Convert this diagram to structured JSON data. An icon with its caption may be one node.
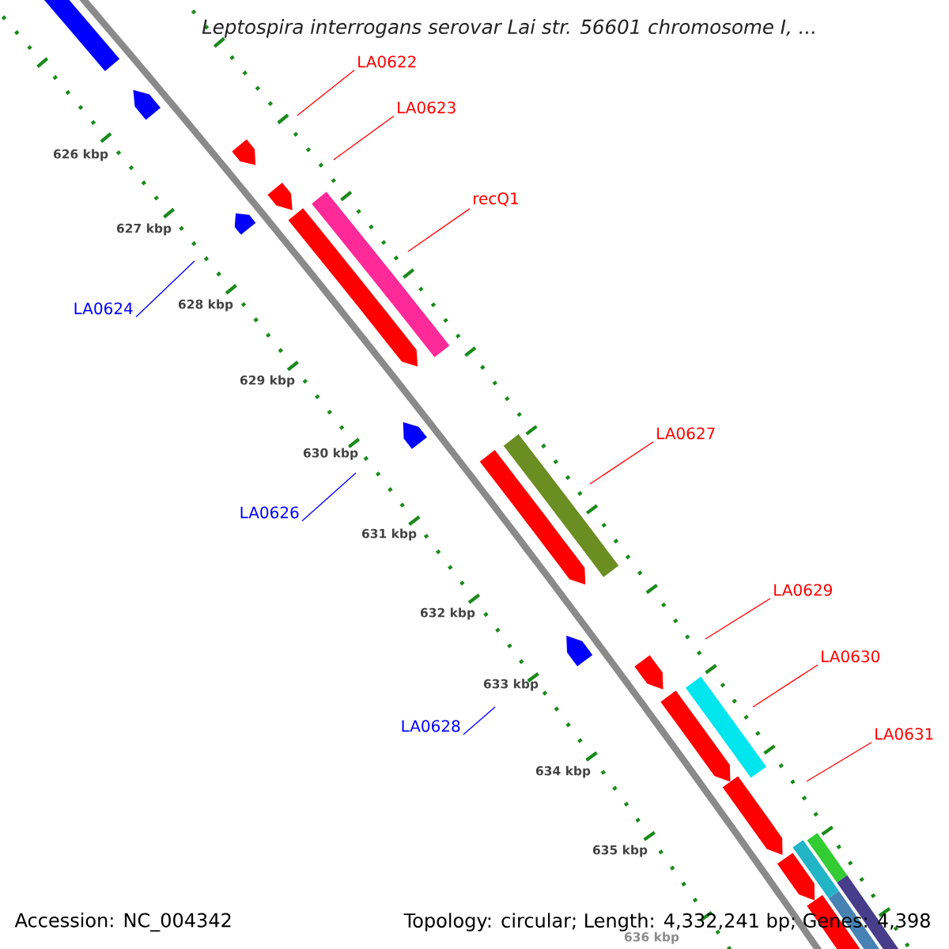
{
  "diagram": {
    "title": "Leptospira interrogans serovar Lai str. 56601 chromosome I, ...",
    "nodes": [
      {
        "text": [
          "LA0622"
        ]
      },
      {
        "text": [
          "LA0623"
        ]
      },
      {
        "text": [
          "recQ1"
        ]
      },
      {
        "text": [
          "LA0624"
        ]
      },
      {
        "text": [
          "LA0627"
        ]
      },
      {
        "text": [
          "LA0626"
        ]
      },
      {
        "text": [
          "LA0629"
        ]
      },
      {
        "text": [
          "LA0630"
        ]
      },
      {
        "text": [
          "LA0628"
        ]
      },
      {
        "text": [
          "LA0631"
        ]
      }
    ],
    "edges": [
      {
        "from": 0,
        "to": null,
        "arrow": "none"
      },
      {
        "from": 1,
        "to": null,
        "arrow": "none"
      },
      {
        "from": 2,
        "to": null,
        "arrow": "none"
      },
      {
        "from": 3,
        "to": null,
        "arrow": "none",
        "color": "#0000ff"
      },
      {
        "from": 4,
        "to": null,
        "arrow": "none"
      },
      {
        "from": 5,
        "to": null,
        "arrow": "none",
        "color": "#0000ff"
      },
      {
        "from": 6,
        "to": null,
        "arrow": "none"
      },
      {
        "from": 7,
        "to": null,
        "arrow": "none"
      },
      {
        "from": 8,
        "to": null,
        "arrow": "none",
        "color": "#0000ff"
      },
      {
        "from": 9,
        "to": null,
        "arrow": "none"
      }
    ],
    "labels": [
      "626 kbp",
      "627 kbp",
      "628 kbp",
      "629 kbp",
      "630 kbp",
      "631 kbp",
      "632 kbp",
      "633 kbp",
      "634 kbp",
      "635 kbp",
      "636 kbp",
      "Accession: NC_004342",
      "Topology: circular; Length: 4,332,241 bp; Genes: 4,398"
    ]
  }
}
